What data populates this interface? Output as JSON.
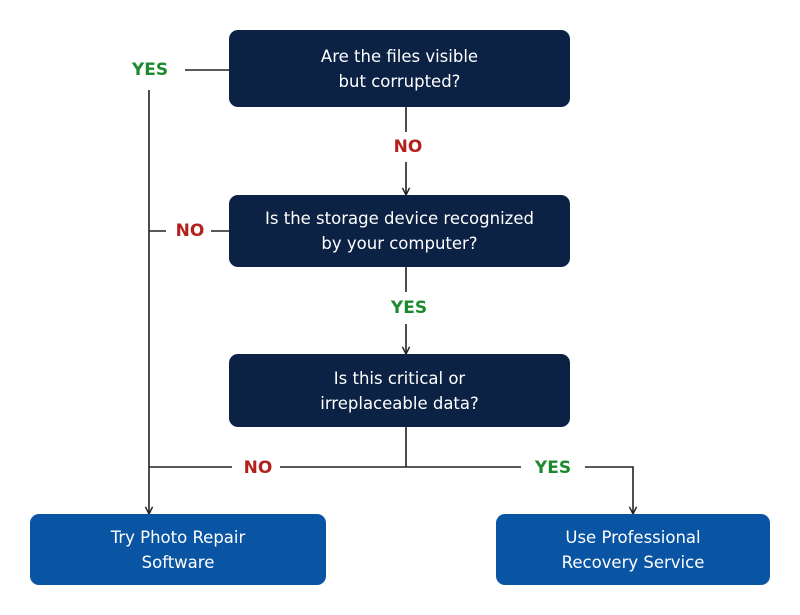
{
  "colors": {
    "question_fill": "#0c2245",
    "outcome_fill": "#0a55a3",
    "yes": "#1c8a2e",
    "no": "#b3211d",
    "connector": "#222222"
  },
  "nodes": {
    "q1": {
      "line1": "Are the files visible",
      "line2": "but corrupted?"
    },
    "q2": {
      "line1": "Is the storage device recognized",
      "line2": "by your computer?"
    },
    "q3": {
      "line1": "Is this critical or",
      "line2": "irreplaceable data?"
    },
    "repair": {
      "line1": "Try Photo Repair",
      "line2": "Software"
    },
    "pro": {
      "line1": "Use Professional",
      "line2": "Recovery Service"
    }
  },
  "edges": {
    "q1_yes": "YES",
    "q1_no": "NO",
    "q2_no": "NO",
    "q2_yes": "YES",
    "q3_no": "NO",
    "q3_yes": "YES"
  }
}
